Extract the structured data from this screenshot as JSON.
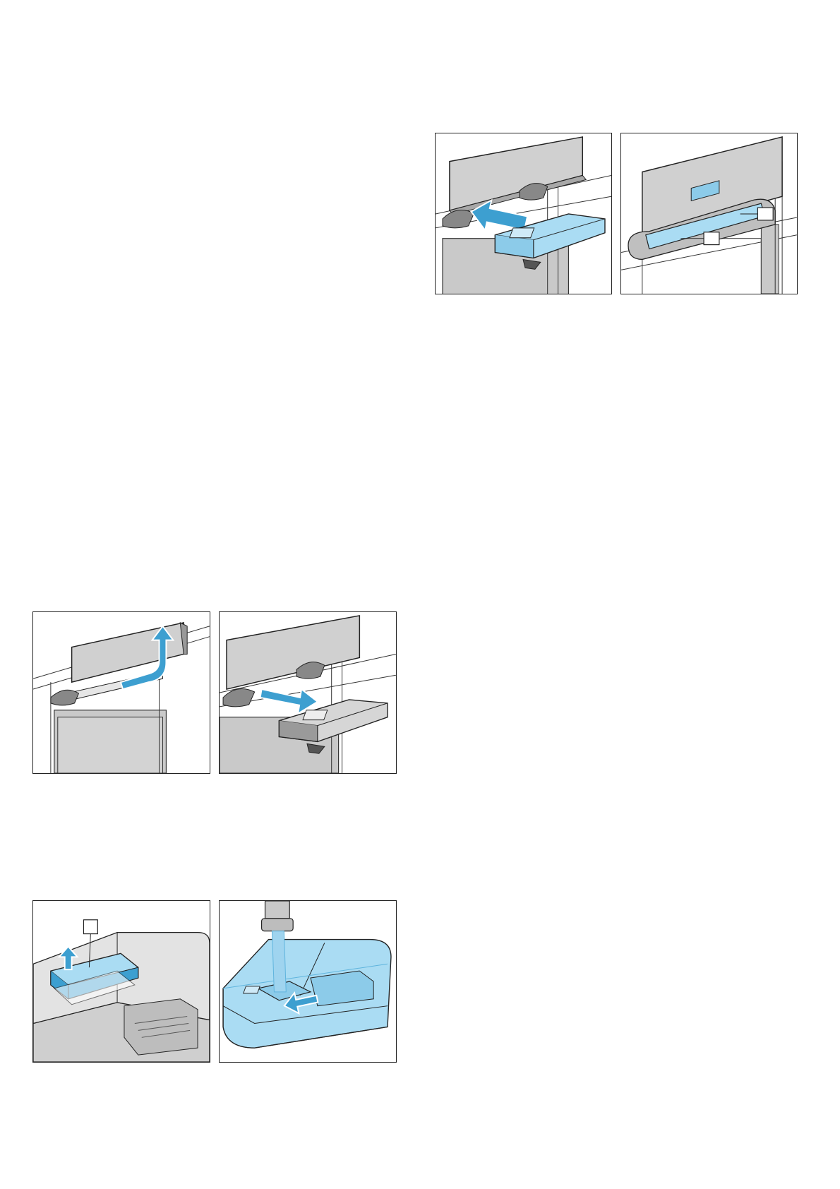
{
  "page": {
    "background": "#ffffff"
  },
  "colors": {
    "frame": "#222222",
    "panel_grey": "#d3d3d3",
    "arrow_blue": "#3d9fd0",
    "water_blue": "#9fd4ef",
    "tank_blue": "#aadcf3",
    "steel": "#bfbfbf"
  },
  "figures": [
    {
      "id": "fig-insert-tank",
      "icon": "water-tank-insert-illustration"
    },
    {
      "id": "fig-tank-inserted",
      "icon": "water-tank-inserted-illustration"
    },
    {
      "id": "fig-open-panel",
      "icon": "control-panel-open-illustration"
    },
    {
      "id": "fig-remove-tank",
      "icon": "water-tank-remove-illustration"
    },
    {
      "id": "fig-remove-lid",
      "icon": "tank-lid-remove-illustration"
    },
    {
      "id": "fig-fill-tank",
      "icon": "tank-fill-tap-illustration"
    }
  ]
}
